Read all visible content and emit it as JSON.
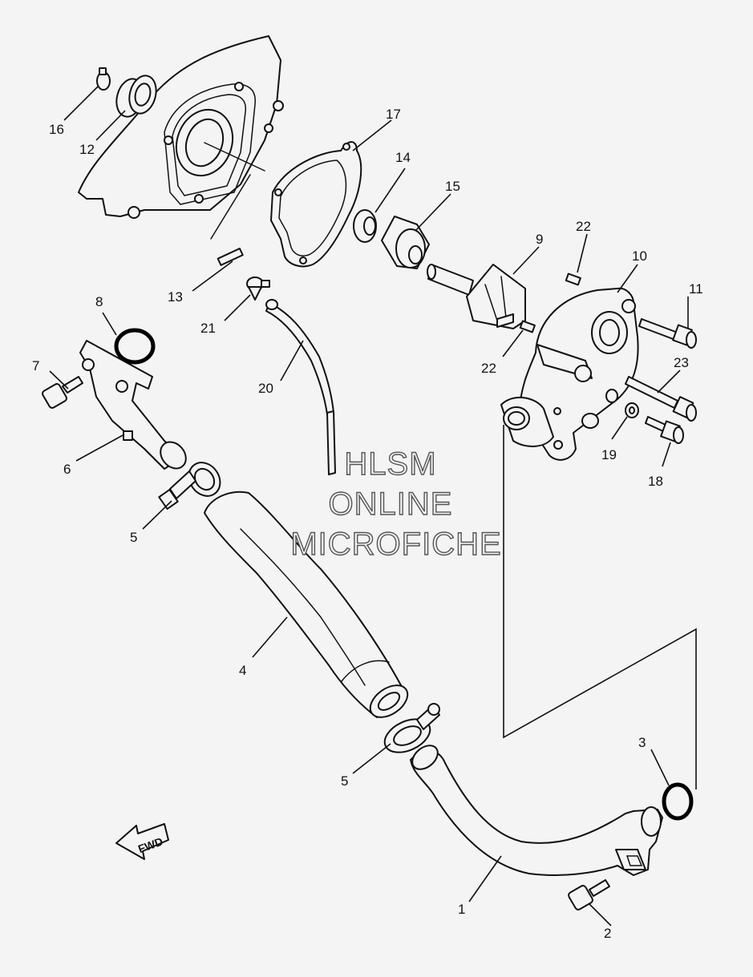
{
  "watermark": {
    "line1": "HLSM",
    "line2": "ONLINE",
    "line3": "MICROFICHE"
  },
  "direction_badge": {
    "label": "FWD"
  },
  "callouts": {
    "c1": "1",
    "c2": "2",
    "c3": "3",
    "c4": "4",
    "c5a": "5",
    "c5b": "5",
    "c6": "6",
    "c7": "7",
    "c8": "8",
    "c9": "9",
    "c10": "10",
    "c11": "11",
    "c12": "12",
    "c13": "13",
    "c14": "14",
    "c15": "15",
    "c16": "16",
    "c17": "17",
    "c18": "18",
    "c19": "19",
    "c20": "20",
    "c21": "21",
    "c22a": "22",
    "c22b": "22",
    "c23": "23"
  }
}
